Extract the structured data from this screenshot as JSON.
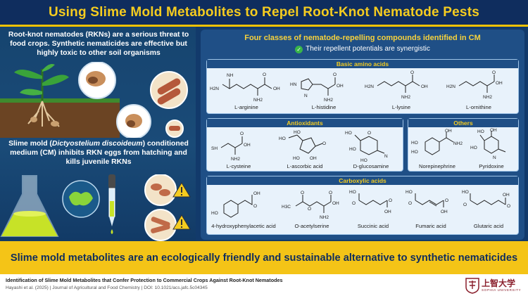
{
  "title": "Using Slime Mold Metabolites to Repel Root-Knot Nematode Pests",
  "left": {
    "text1": "Root-knot nematodes (RKNs) are a serious threat to food crops. Synthetic nematicides are effective but highly toxic to other soil organisms",
    "text2_pre": "Slime mold (",
    "text2_em": "Dictyostelium discoideum",
    "text2_post": ") conditioned medium (CM) inhibits RKN eggs from hatching and kills juvenile RKNs"
  },
  "panel": {
    "heading": "Four classes of nematode-repelling compounds identified in CM",
    "sub": "Their repellent potentials are synergistic",
    "classes": {
      "basic": {
        "title": "Basic amino acids",
        "items": [
          "L-arginine",
          "L-histidine",
          "L-lysine",
          "L-ornithine"
        ]
      },
      "antiox": {
        "title": "Antioxidants",
        "items": [
          "L-cysteine",
          "L-ascorbic acid",
          "D-glucosamine"
        ]
      },
      "others": {
        "title": "Others",
        "items": [
          "Norepinephrine",
          "Pyridoxine"
        ]
      },
      "carbox": {
        "title": "Carboxylic acids",
        "items": [
          "4-hydroxyphenylacetic acid",
          "O-acetylserine",
          "Succinic acid",
          "Fumaric acid",
          "Glutaric acid"
        ]
      }
    }
  },
  "chem": {
    "oh": "OH",
    "o": "O",
    "nh2": "NH2",
    "nh": "NH",
    "h2n": "H2N",
    "hn": "HN",
    "n": "N",
    "sh": "SH",
    "ho": "HO",
    "h3c": "H3C"
  },
  "bottom": "Slime mold metabolites are an ecologically friendly and sustainable alternative to synthetic nematicides",
  "footer": {
    "citation_title": "Identification of Slime Mold Metabolites that Confer Protection to Commercial Crops Against Root-Knot Nematodes",
    "citation_detail": "Hayashi et al. (2025) | Journal of Agricultural and Food Chemistry | DOI: 10.1021/acs.jafc.5c04345",
    "logo_text": "上智大学",
    "logo_sub": "SOPHIA UNIVERSITY"
  },
  "colors": {
    "navy": "#0f2d5e",
    "panel": "#1f4f86",
    "yellow": "#f4c417",
    "title_yellow": "#f5cc1f",
    "box_bg": "#e8f2fb"
  },
  "icons": [
    "warning-icon",
    "check-icon",
    "flask-icon",
    "dropper-icon",
    "plant-icon",
    "nematode-icon",
    "logo-icon"
  ]
}
